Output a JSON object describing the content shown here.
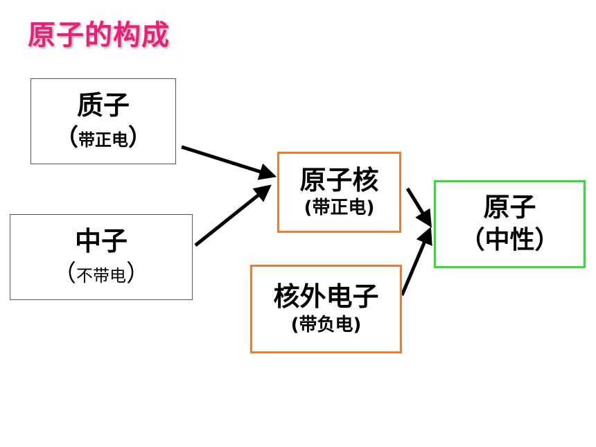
{
  "title": {
    "text": "原子的构成",
    "color": "#e8207a"
  },
  "nodes": {
    "proton": {
      "label": "质子",
      "open_paren": "（",
      "charge": "带正电",
      "close_paren": "）"
    },
    "neutron": {
      "label": "中子",
      "open_paren": "（",
      "charge": "不带电",
      "close_paren": "）"
    },
    "nucleus": {
      "label": "原子核",
      "charge": "(带正电)"
    },
    "electron": {
      "label": "核外电子",
      "charge": "(带负电)"
    },
    "atom": {
      "label": "原子",
      "charge": "（中性）"
    }
  },
  "colors": {
    "component_border": "#555555",
    "intermediate_border": "#ed7d31",
    "result_border": "#33dd33",
    "arrow": "#000000"
  },
  "edges": [
    {
      "from": "proton",
      "to": "nucleus"
    },
    {
      "from": "neutron",
      "to": "nucleus"
    },
    {
      "from": "nucleus",
      "to": "atom"
    },
    {
      "from": "electron",
      "to": "atom"
    }
  ]
}
